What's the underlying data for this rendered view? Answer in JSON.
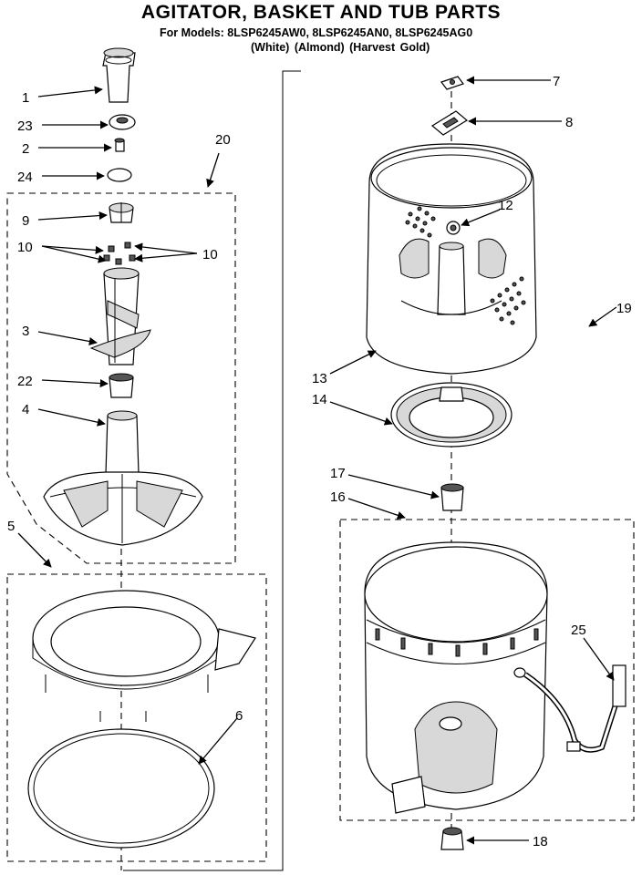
{
  "header": {
    "title": "AGITATOR, BASKET AND TUB PARTS",
    "models": "For Models: 8LSP6245AW0, 8LSP6245AN0, 8LSP6245AG0",
    "colors": "(White)    (Almond) (Harvest Gold)"
  },
  "callouts": {
    "c1": "1",
    "c23": "23",
    "c2": "2",
    "c24": "24",
    "c20": "20",
    "c9": "9",
    "c10a": "10",
    "c10b": "10",
    "c3": "3",
    "c22": "22",
    "c4": "4",
    "c5": "5",
    "c6": "6",
    "c7": "7",
    "c8": "8",
    "c12": "12",
    "c19": "19",
    "c13": "13",
    "c14": "14",
    "c17": "17",
    "c16": "16",
    "c25": "25",
    "c18": "18"
  }
}
